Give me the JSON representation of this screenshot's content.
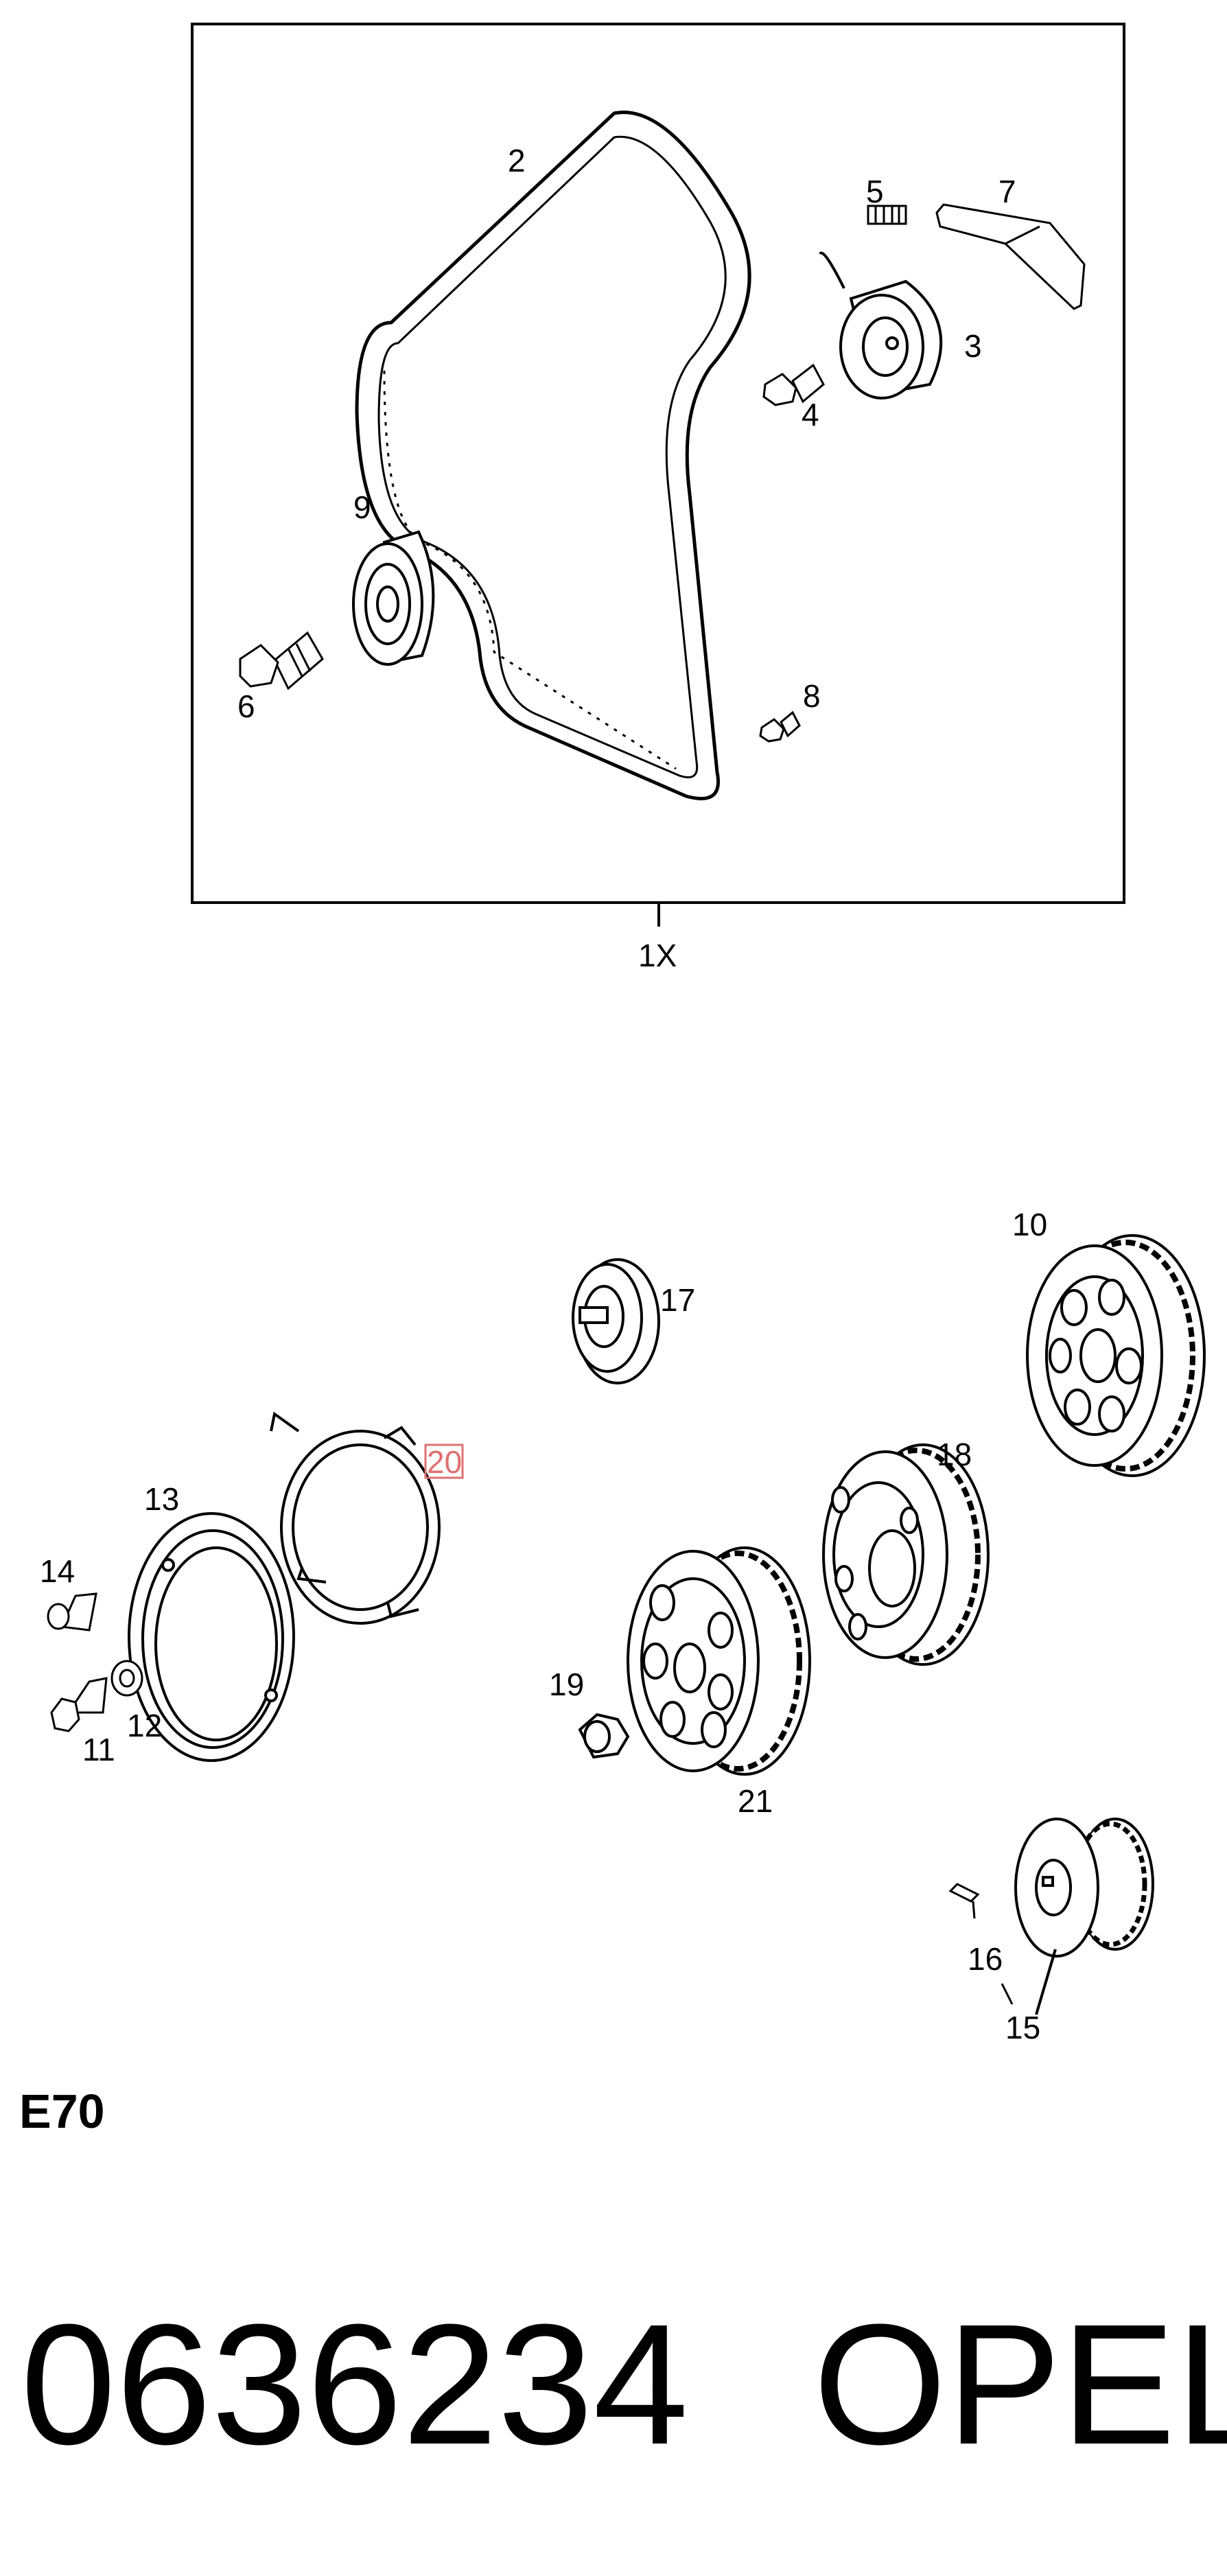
{
  "diagram": {
    "kit_quantity": "1X",
    "section_code": "E70",
    "part_number": "0636234",
    "brand": "OPEL",
    "highlighted_callout": "20",
    "callouts": {
      "c2": "2",
      "c3": "3",
      "c4": "4",
      "c5": "5",
      "c6": "6",
      "c7": "7",
      "c8": "8",
      "c9": "9",
      "c10": "10",
      "c11": "11",
      "c12": "12",
      "c13": "13",
      "c14": "14",
      "c15": "15",
      "c16": "16",
      "c17": "17",
      "c18": "18",
      "c19": "19",
      "c20": "20",
      "c21": "21"
    },
    "colors": {
      "line": "#000000",
      "highlight": "#e07070",
      "background": "#ffffff"
    }
  }
}
